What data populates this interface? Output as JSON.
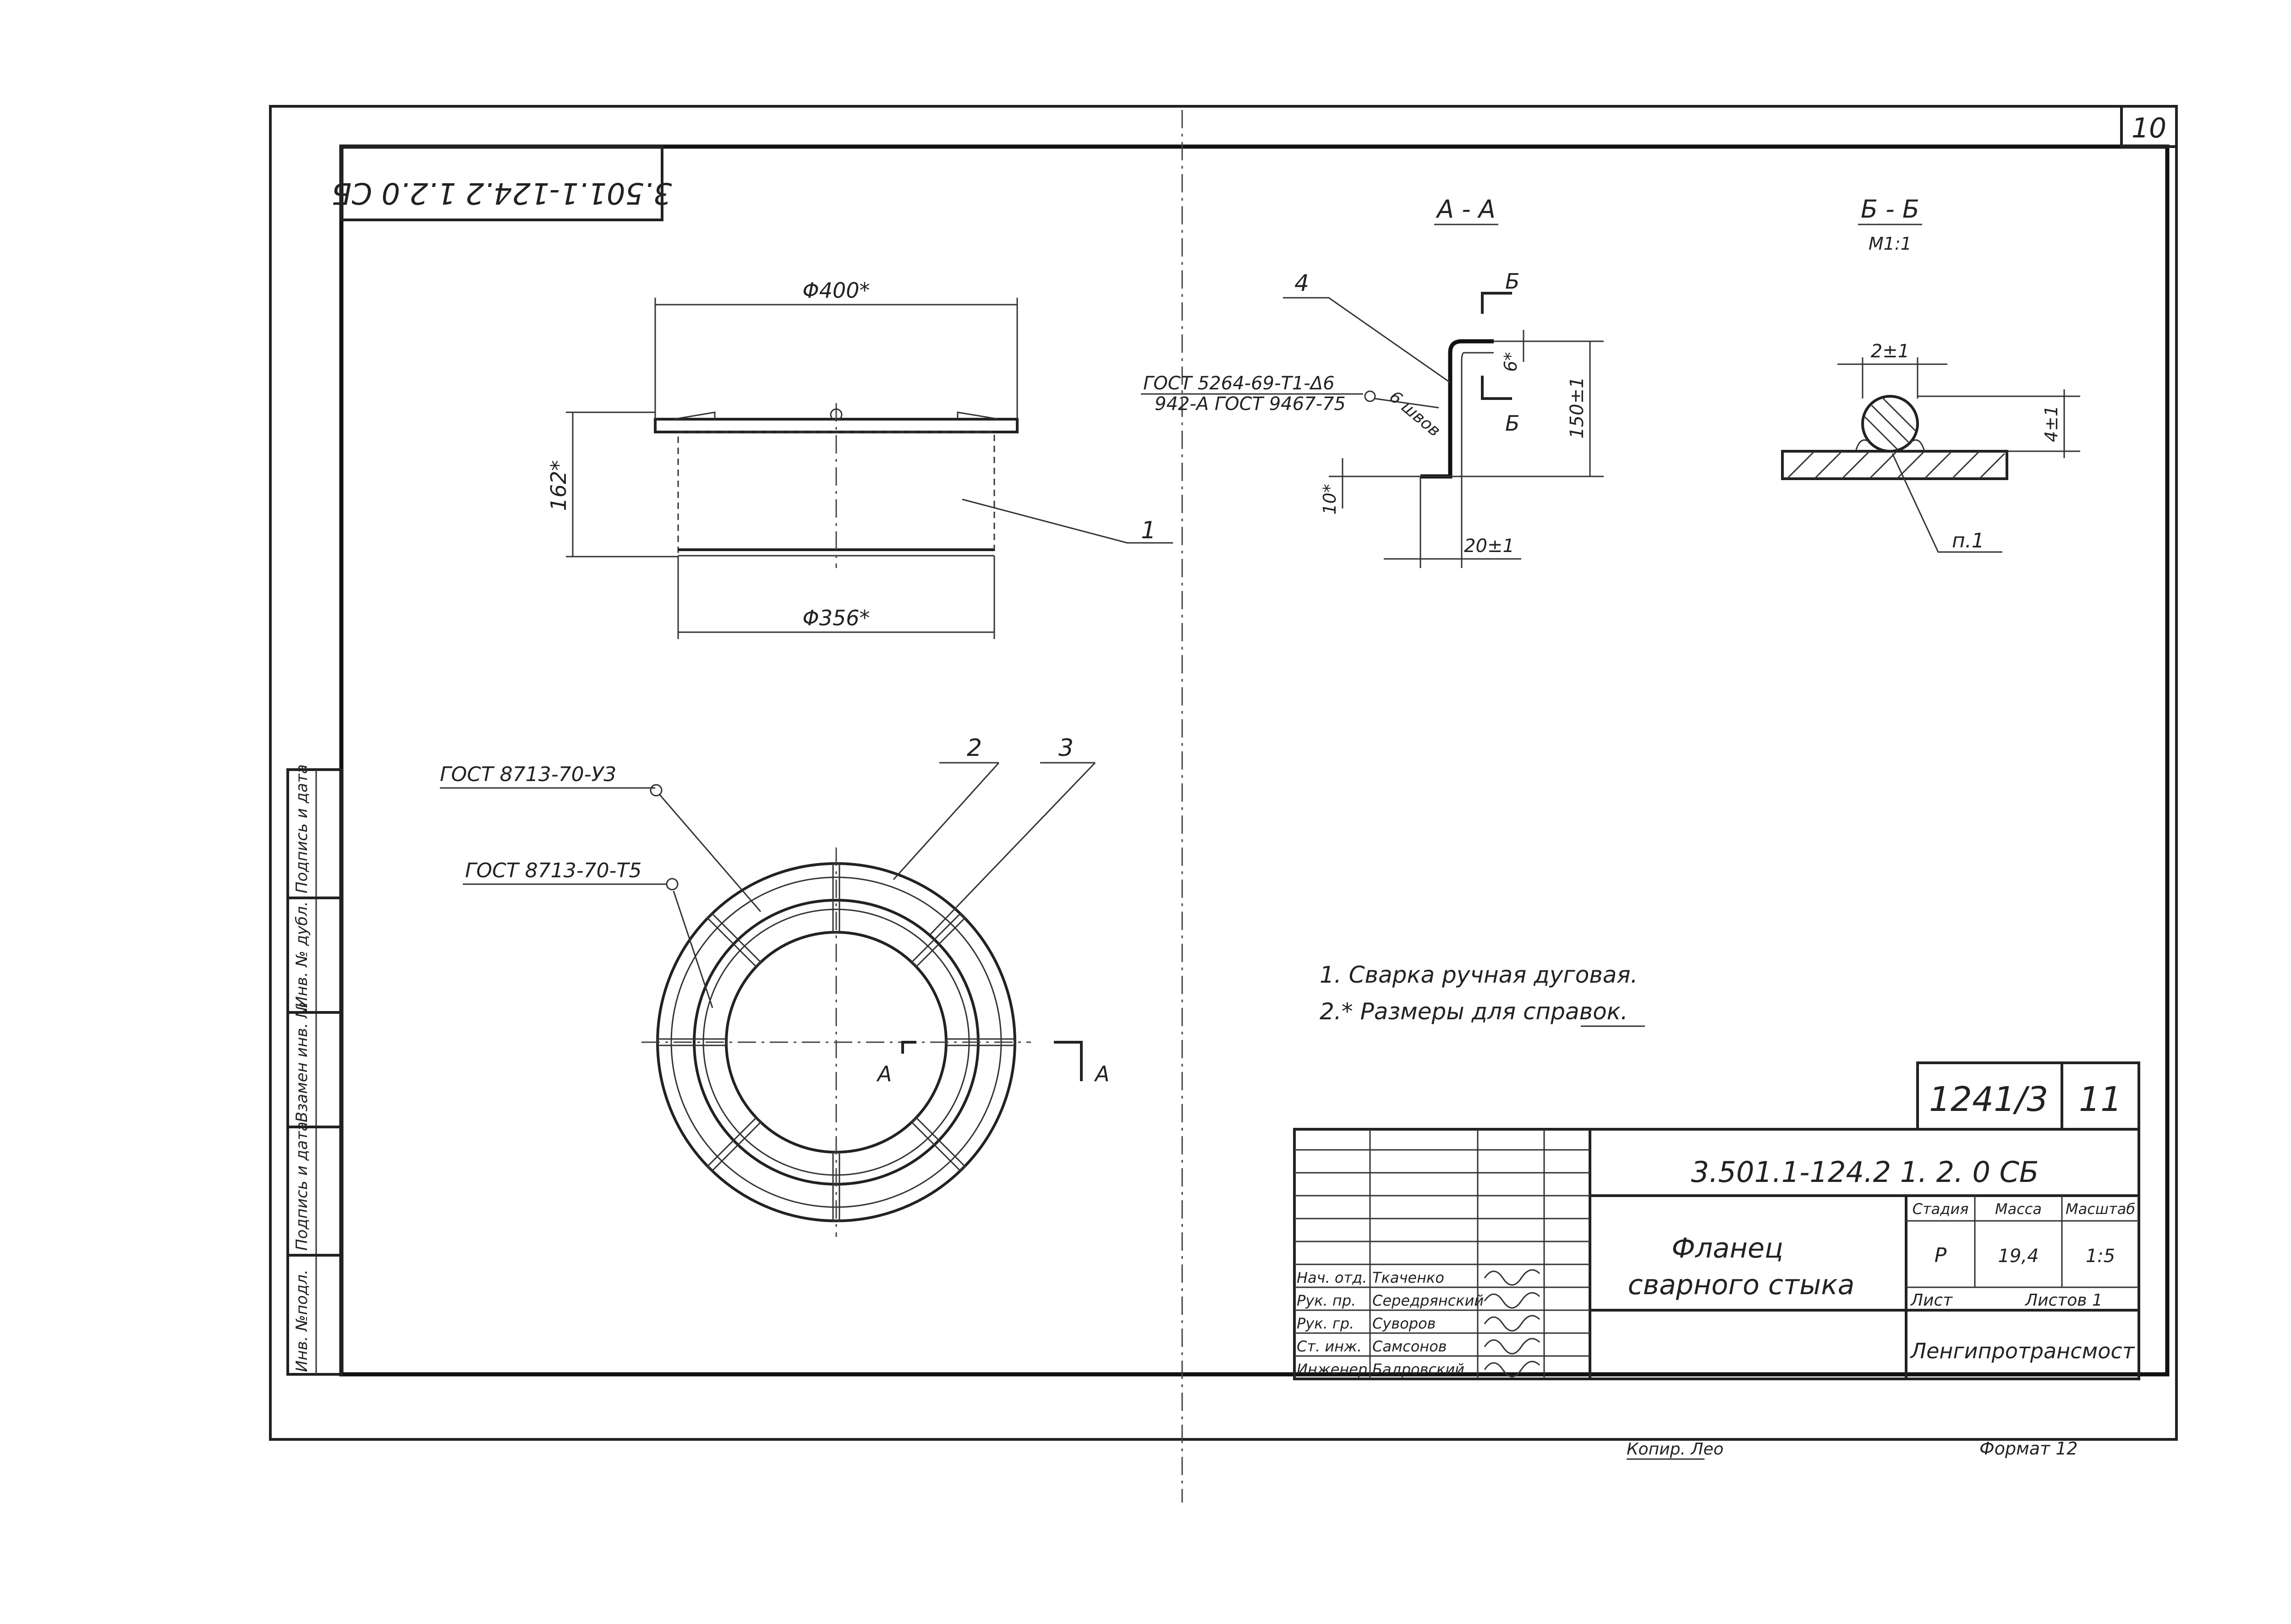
{
  "sheet": {
    "page_number": "10",
    "rotated_code": "3.501.1-124.2 1.2.0 СБ",
    "copied": "Копир. Лео",
    "format": "Формат 12"
  },
  "side_stamp": [
    "Инв. №подл.",
    "Подпись и дата",
    "Взамен инв. №",
    "Инв. № дубл.",
    "Подпись и дата"
  ],
  "main_view": {
    "dim_top": "Φ400*",
    "dim_bottom": "Φ356*",
    "dim_height": "162*",
    "leader_1": "1"
  },
  "plan_view": {
    "gost_u3": "ГОСТ 8713-70-У3",
    "gost_t5": "ГОСТ 8713-70-Т5",
    "leader_2": "2",
    "leader_3": "3",
    "section_mark": "А"
  },
  "section_aa": {
    "title": "А - А",
    "leader_4": "4",
    "gost_line1": "ГОСТ 5264-69-Т1-Δ6",
    "gost_line2": "942-А ГОСТ 9467-75",
    "weld_note": "6 швов",
    "dim_6": "6*",
    "dim_150": "150±1",
    "dim_10": "10*",
    "dim_20": "20±1",
    "section_mark": "Б"
  },
  "section_bb": {
    "title": "Б - Б",
    "scale": "М1:1",
    "dim_2": "2±1",
    "dim_4": "4±1",
    "note_ref": "п.1"
  },
  "notes": [
    "1.  Сварка ручная дуговая.",
    "2.*  Размеры для справок."
  ],
  "title_block": {
    "drawing_no": "1241/3",
    "sheet_no": "11",
    "code": "3.501.1-124.2   1. 2. 0 СБ",
    "title_line1": "Фланец",
    "title_line2": "сварного   стыка",
    "stage_label": "Стадия",
    "mass_label": "Масса",
    "scale_label": "Масштаб",
    "stage": "Р",
    "mass": "19,4",
    "scale": "1:5",
    "sheet_label": "Лист",
    "sheets_label": "Листов 1",
    "organization": "Ленгипротрансмост",
    "signers": [
      {
        "role": "Нач. отд.",
        "name": "Ткаченко"
      },
      {
        "role": "Рук. пр.",
        "name": "Середрянский"
      },
      {
        "role": "Рук. гр.",
        "name": "Суворов"
      },
      {
        "role": "Ст. инж.",
        "name": "Самсонов"
      },
      {
        "role": "Инженер",
        "name": "Бадровский"
      }
    ]
  }
}
